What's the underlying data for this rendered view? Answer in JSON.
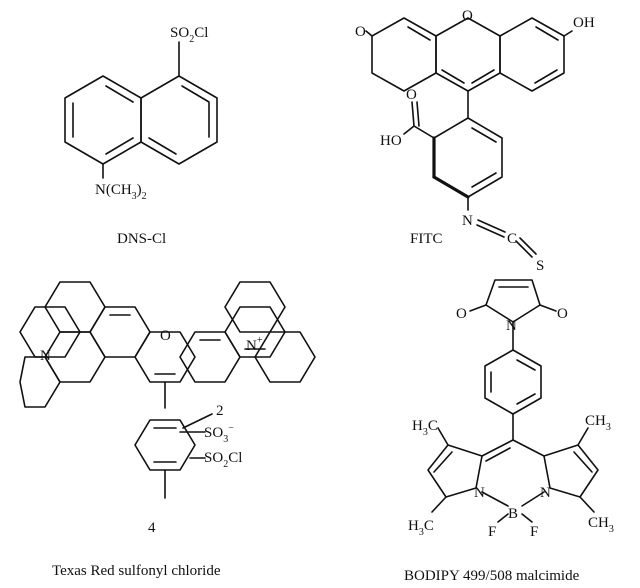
{
  "molecules": [
    {
      "caption": "DNS-Cl",
      "labels": {
        "sulfonyl": "SO",
        "sulfonyl_sub": "2",
        "sulfonyl_tail": "Cl",
        "amine": "N(CH",
        "amine_sub": "3",
        "amine_tail": ")",
        "amine_sub2": "2"
      }
    },
    {
      "caption": "FITC",
      "labels": {
        "keto_o": "O",
        "ring_o": "O",
        "oh": "OH",
        "carbonyl_o": "O",
        "ho": "HO",
        "n": "N",
        "c": "C",
        "s": "S"
      }
    },
    {
      "caption": "Texas Red sulfonyl chloride",
      "labels": {
        "n_left": "N",
        "ring_o": "O",
        "n_right": "N",
        "n_plus": "+",
        "so3": "SO",
        "so3_sub": "3",
        "so3_sup": "−",
        "so2cl": "SO",
        "so2cl_sub": "2",
        "so2cl_tail": "Cl",
        "pos2": "2",
        "pos4": "4"
      }
    },
    {
      "caption": "BODIPY 499/508 malcimide",
      "labels": {
        "o_left": "O",
        "n_mal": "N",
        "o_right": "O",
        "h3c_top": "H",
        "h3c_top_sub": "3",
        "h3c_top_tail": "C",
        "ch3_top": "CH",
        "ch3_top_sub": "3",
        "n_left": "N",
        "n_right": "N",
        "b": "B",
        "f_left": "F",
        "f_right": "F",
        "h3c_bot": "H",
        "h3c_bot_sub": "3",
        "h3c_bot_tail": "C",
        "ch3_bot": "CH",
        "ch3_bot_sub": "3"
      }
    }
  ]
}
